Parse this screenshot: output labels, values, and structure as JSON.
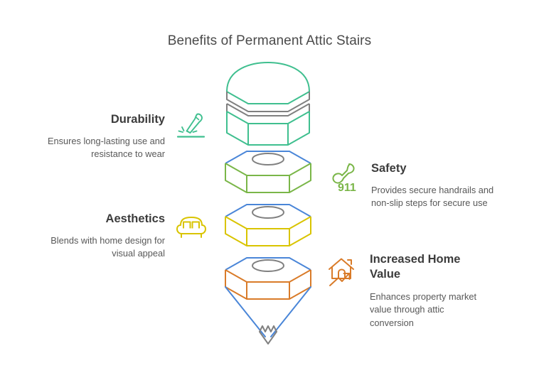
{
  "title": "Benefits of Permanent Attic Stairs",
  "colors": {
    "title_text": "#4a4a4a",
    "heading_text": "#3c3c3c",
    "body_text": "#585858",
    "green": "#3fbf8f",
    "olive_green": "#7ab648",
    "yellow": "#d9c400",
    "orange": "#d97b29",
    "blue": "#4a86d8",
    "gray": "#808080",
    "background": "#ffffff"
  },
  "benefits": [
    {
      "id": "durability",
      "heading": "Durability",
      "description": "Ensures long-lasting use and\nresistance to wear",
      "icon": "pen-brush-icon",
      "icon_color": "#3fbf8f",
      "side": "left"
    },
    {
      "id": "safety",
      "heading": "Safety",
      "description": "Provides secure handrails and\nnon-slip steps for secure use",
      "icon": "phone-911-icon",
      "icon_color": "#7ab648",
      "icon_caption": "911",
      "side": "right"
    },
    {
      "id": "aesthetics",
      "heading": "Aesthetics",
      "description": "Blends with home design for\nvisual appeal",
      "icon": "sofa-icon",
      "icon_color": "#d9c400",
      "side": "left"
    },
    {
      "id": "home-value",
      "heading": "Increased Home\nValue",
      "description": "Enhances property market\nvalue through attic\nconversion",
      "icon": "house-growth-arrow-icon",
      "icon_color": "#d97b29",
      "side": "right"
    }
  ],
  "graphic": {
    "type": "stacked-hexagonal-prism-funnel",
    "layers": [
      {
        "id": "layer-green",
        "color": "#3fbf8f",
        "rim_color": "#3fbf8f",
        "top": "dome",
        "bands": 2,
        "band_color": "#808080"
      },
      {
        "id": "layer-olive",
        "color": "#7ab648",
        "rim_color": "#4a86d8",
        "top": "hole",
        "hole_color": "#808080"
      },
      {
        "id": "layer-yellow",
        "color": "#d9c400",
        "rim_color": "#4a86d8",
        "top": "hole",
        "hole_color": "#808080"
      },
      {
        "id": "layer-orange",
        "color": "#d97b29",
        "rim_color": "#4a86d8",
        "top": "hole",
        "hole_color": "#808080"
      }
    ],
    "cone": {
      "color": "#4a86d8",
      "tip": "zigzag",
      "tip_color": "#808080"
    }
  }
}
